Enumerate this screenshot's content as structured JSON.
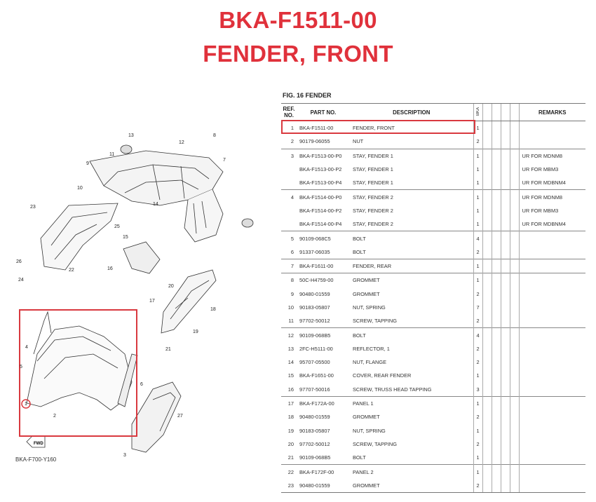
{
  "header": {
    "part_code": "BKA-F1511-00",
    "part_name": "FENDER, FRONT"
  },
  "figure": {
    "title": "FIG. 16  FENDER",
    "diagram_code": "BKA-F700-Y160",
    "fwd_label": "FWD",
    "highlight_color": "#d9393f",
    "callouts": [
      "1",
      "2",
      "3",
      "4",
      "5",
      "6",
      "7",
      "8",
      "9",
      "10",
      "11",
      "12",
      "13",
      "14",
      "15",
      "16",
      "17",
      "18",
      "19",
      "20",
      "21",
      "22",
      "23",
      "24",
      "25",
      "26",
      "27"
    ]
  },
  "table": {
    "headers": {
      "ref_line1": "REF.",
      "ref_line2": "NO.",
      "part": "PART NO.",
      "desc": "DESCRIPTION",
      "model": "BKA",
      "remarks": "REMARKS"
    },
    "rows": [
      {
        "ref": "1",
        "part": "BKA-F1511-00",
        "desc": "FENDER, FRONT",
        "qty": "1",
        "rem": ""
      },
      {
        "ref": "2",
        "part": "90179-06055",
        "desc": "NUT",
        "qty": "2",
        "rem": ""
      },
      {
        "ref": "3",
        "part": "BKA-F1513-00-P0",
        "desc": "STAY, FENDER 1",
        "qty": "1",
        "rem": "UR FOR MDNM8"
      },
      {
        "ref": "",
        "part": "BKA-F1513-00-P2",
        "desc": "STAY, FENDER 1",
        "qty": "1",
        "rem": "UR FOR MBM3"
      },
      {
        "ref": "",
        "part": "BKA-F1513-00-P4",
        "desc": "STAY, FENDER 1",
        "qty": "1",
        "rem": "UR FOR MDBNM4"
      },
      {
        "ref": "4",
        "part": "BKA-F1514-00-P0",
        "desc": "STAY, FENDER 2",
        "qty": "1",
        "rem": "UR FOR MDNM8"
      },
      {
        "ref": "",
        "part": "BKA-F1514-00-P2",
        "desc": "STAY, FENDER 2",
        "qty": "1",
        "rem": "UR FOR MBM3"
      },
      {
        "ref": "",
        "part": "BKA-F1514-00-P4",
        "desc": "STAY, FENDER 2",
        "qty": "1",
        "rem": "UR FOR MDBNM4"
      },
      {
        "ref": "5",
        "part": "90109-068C5",
        "desc": "BOLT",
        "qty": "4",
        "rem": ""
      },
      {
        "ref": "6",
        "part": "91337-06035",
        "desc": "BOLT",
        "qty": "2",
        "rem": ""
      },
      {
        "ref": "7",
        "part": "BKA-F1611-00",
        "desc": "FENDER, REAR",
        "qty": "1",
        "rem": ""
      },
      {
        "ref": "8",
        "part": "50C-H4759-00",
        "desc": "GROMMET",
        "qty": "1",
        "rem": ""
      },
      {
        "ref": "9",
        "part": "90480-01559",
        "desc": "GROMMET",
        "qty": "2",
        "rem": ""
      },
      {
        "ref": "10",
        "part": "90183-05807",
        "desc": "NUT, SPRING",
        "qty": "7",
        "rem": ""
      },
      {
        "ref": "11",
        "part": "97702-50012",
        "desc": "SCREW, TAPPING",
        "qty": "2",
        "rem": ""
      },
      {
        "ref": "12",
        "part": "90109-068B5",
        "desc": "BOLT",
        "qty": "4",
        "rem": ""
      },
      {
        "ref": "13",
        "part": "2FC-H5111-00",
        "desc": "REFLECTOR, 1",
        "qty": "2",
        "rem": ""
      },
      {
        "ref": "14",
        "part": "95707-05500",
        "desc": "NUT, FLANGE",
        "qty": "2",
        "rem": ""
      },
      {
        "ref": "15",
        "part": "BKA-F1651-00",
        "desc": "COVER, REAR FENDER",
        "qty": "1",
        "rem": ""
      },
      {
        "ref": "16",
        "part": "97707-50016",
        "desc": "SCREW, TRUSS HEAD TAPPING",
        "qty": "3",
        "rem": ""
      },
      {
        "ref": "17",
        "part": "BKA-F172A-00",
        "desc": "PANEL 1",
        "qty": "1",
        "rem": ""
      },
      {
        "ref": "18",
        "part": "90480-01559",
        "desc": "GROMMET",
        "qty": "2",
        "rem": ""
      },
      {
        "ref": "19",
        "part": "90183-05807",
        "desc": "NUT, SPRING",
        "qty": "1",
        "rem": ""
      },
      {
        "ref": "20",
        "part": "97702-50012",
        "desc": "SCREW, TAPPING",
        "qty": "2",
        "rem": ""
      },
      {
        "ref": "21",
        "part": "90109-068B5",
        "desc": "BOLT",
        "qty": "1",
        "rem": ""
      },
      {
        "ref": "22",
        "part": "BKA-F172F-00",
        "desc": "PANEL 2",
        "qty": "1",
        "rem": ""
      },
      {
        "ref": "23",
        "part": "90480-01559",
        "desc": "GROMMET",
        "qty": "2",
        "rem": ""
      }
    ],
    "group_starts": [
      0,
      2,
      5,
      8,
      10,
      11,
      15,
      20,
      25
    ]
  }
}
